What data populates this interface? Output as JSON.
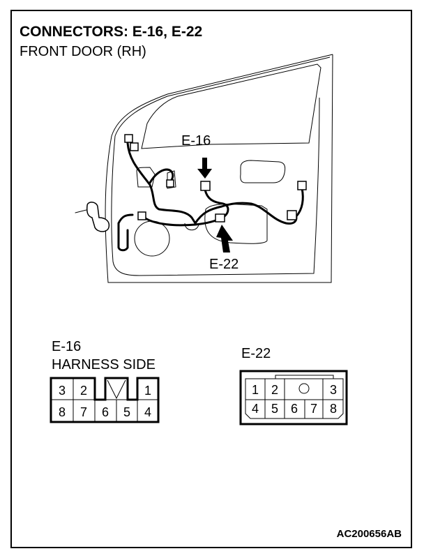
{
  "title": "CONNECTORS: E-16, E-22",
  "subtitle": "FRONT DOOR (RH)",
  "callouts": {
    "e16": "E-16",
    "e22": "E-22"
  },
  "e16": {
    "label": "E-16",
    "side": "HARNESS SIDE",
    "top_pins": [
      "3",
      "2",
      "1"
    ],
    "bottom_pins": [
      "8",
      "7",
      "6",
      "5",
      "4"
    ]
  },
  "e22": {
    "label": "E-22",
    "top_pins": [
      "1",
      "2",
      "3"
    ],
    "bottom_pins": [
      "4",
      "5",
      "6",
      "7",
      "8"
    ]
  },
  "figure_code": "AC200656AB"
}
